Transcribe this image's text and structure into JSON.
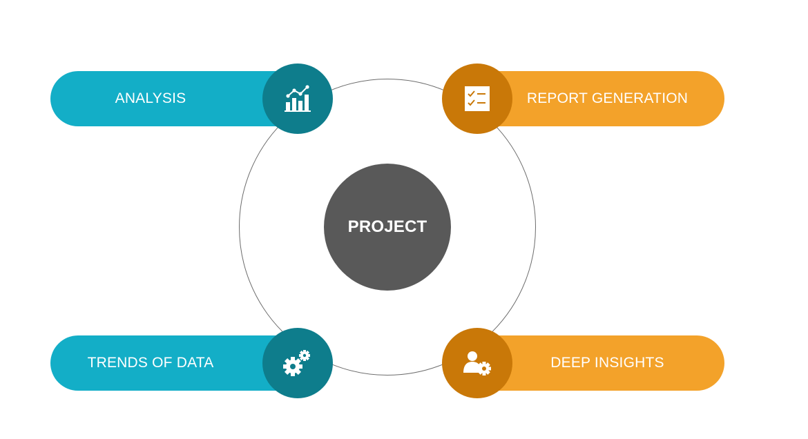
{
  "center": {
    "label": "PROJECT"
  },
  "items": [
    {
      "label": "ANALYSIS",
      "icon": "bar-chart-icon"
    },
    {
      "label": "REPORT GENERATION",
      "icon": "checklist-icon"
    },
    {
      "label": "TRENDS OF DATA",
      "icon": "gears-icon"
    },
    {
      "label": "DEEP INSIGHTS",
      "icon": "user-gear-icon"
    }
  ],
  "colors": {
    "teal": "#13aec7",
    "teal_dark": "#0e7d8c",
    "orange": "#f3a22a",
    "orange_dark": "#c97808",
    "center": "#595959"
  }
}
